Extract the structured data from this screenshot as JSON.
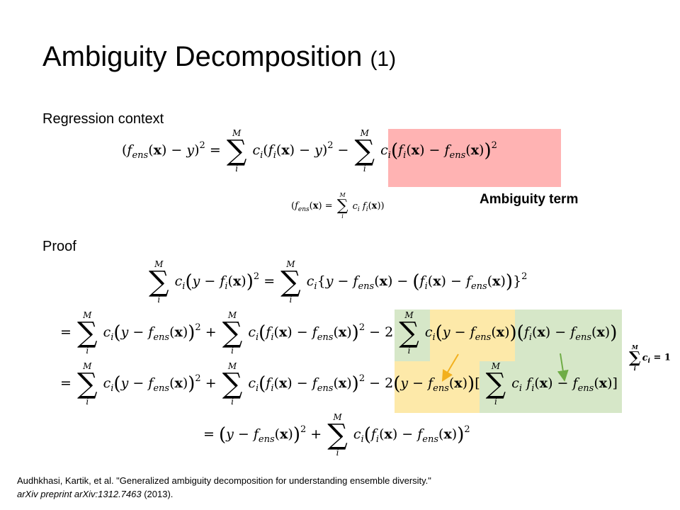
{
  "slide": {
    "title": "Ambiguity Decomposition",
    "title_suffix": "(1)",
    "section_regression": "Regression context",
    "section_proof": "Proof",
    "ambiguity_label": "Ambiguity term",
    "citation_line1": "Audhkhasi, Kartik, et al. \"Generalized ambiguity decomposition for understanding ensemble diversity.\"",
    "citation_line2_italic": "arXiv preprint arXiv:1312.7463",
    "citation_line2_rest": " (2013)."
  },
  "math": {
    "sum_upper": "M",
    "sum_lower": "i",
    "ensemble_sub": "ens",
    "constraint_rhs": "= 1"
  },
  "colors": {
    "red_highlight": "#ffb3b3",
    "green_highlight": "#d6e7c8",
    "yellow_highlight": "#fde9a9",
    "orange_arrow": "#f2b01e",
    "green_arrow": "#6fac46"
  }
}
